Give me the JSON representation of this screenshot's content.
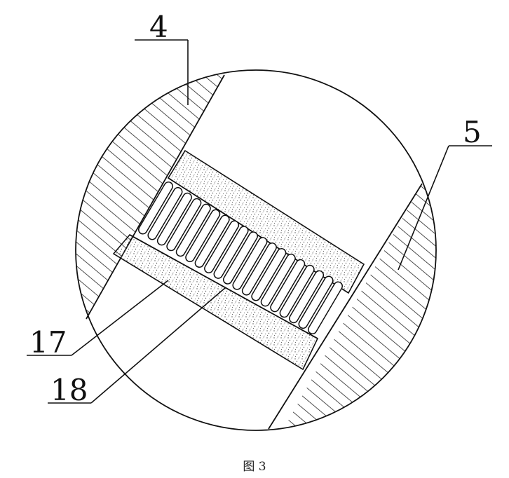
{
  "labels": {
    "part_4": "4",
    "part_5": "5",
    "part_17": "17",
    "part_18": "18"
  },
  "caption": "图 3",
  "colors": {
    "line": "#111111",
    "hatch": "#222222",
    "stipple": "#555555",
    "background": "#ffffff"
  }
}
